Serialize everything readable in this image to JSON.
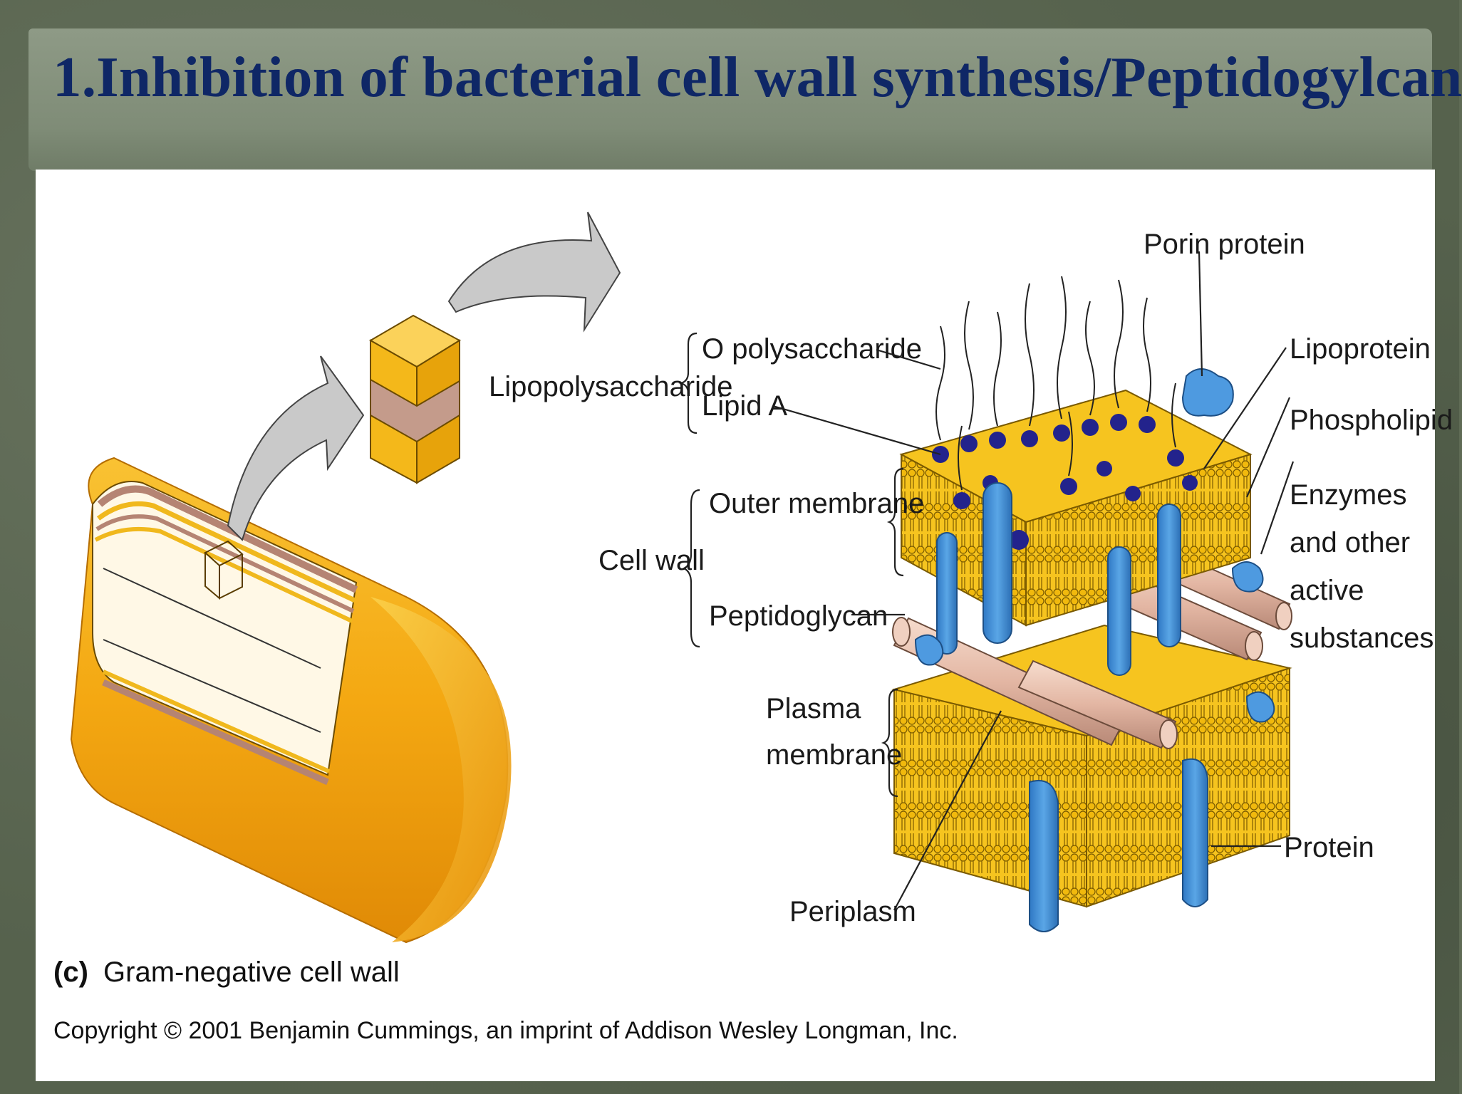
{
  "slide": {
    "title": "1.Inhibition of bacterial cell wall synthesis/Peptidogylcan"
  },
  "figure": {
    "caption_letter": "(c)",
    "caption_text": "Gram-negative cell wall",
    "copyright": "Copyright © 2001 Benjamin Cummings, an imprint of Addison Wesley Longman, Inc.",
    "labels": {
      "lipopolysaccharide": "Lipopolysaccharide",
      "o_polysaccharide": "O polysaccharide",
      "lipid_a": "Lipid A",
      "cell_wall": "Cell wall",
      "outer_membrane": "Outer membrane",
      "peptidoglycan": "Peptidoglycan",
      "plasma_line1": "Plasma",
      "plasma_line2": "membrane",
      "periplasm": "Periplasm",
      "porin_protein": "Porin protein",
      "lipoprotein": "Lipoprotein",
      "phospholipid": "Phospholipid",
      "enzymes_line1": "Enzymes",
      "enzymes_line2": "and other",
      "enzymes_line3": "active",
      "enzymes_line4": "substances",
      "protein": "Protein"
    },
    "colors": {
      "membrane_yellow": "#f4c21c",
      "cell_orange": "#f3a20f",
      "protein_blue": "#3f8fd6",
      "lps_navy": "#23238c",
      "peptidoglycan_pink": "#e8bfae"
    }
  }
}
